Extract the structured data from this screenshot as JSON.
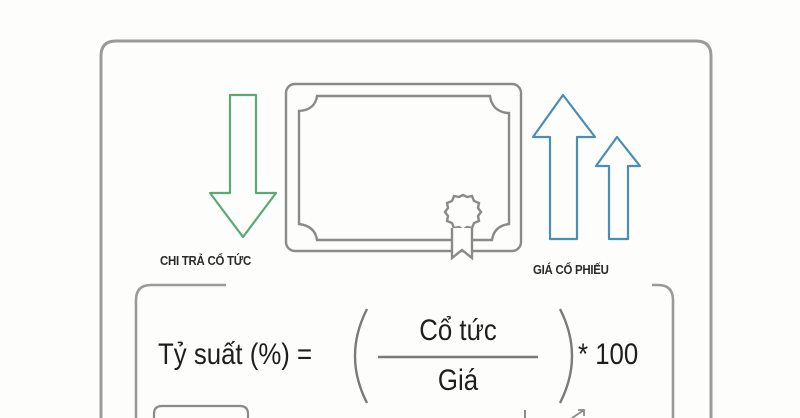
{
  "labels": {
    "dividend_payout": "CHI TRẢ CỔ TỨC",
    "stock_price": "GIÁ CỔ PHIẾU"
  },
  "formula": {
    "lhs": "Tỷ suất (%) =",
    "numerator": "Cổ tức",
    "denominator": "Giá",
    "multiplier": "* 100"
  },
  "icons": {
    "down_arrow": "arrow-down-outline",
    "certificate": "certificate-with-seal",
    "up_arrows": "arrows-up-outline"
  },
  "colors": {
    "background": "#fdfdfb",
    "frame": "#8f8f8f",
    "down_arrow": "#5aa878",
    "up_arrow": "#4a8fb3",
    "text": "#1e1e1e"
  }
}
